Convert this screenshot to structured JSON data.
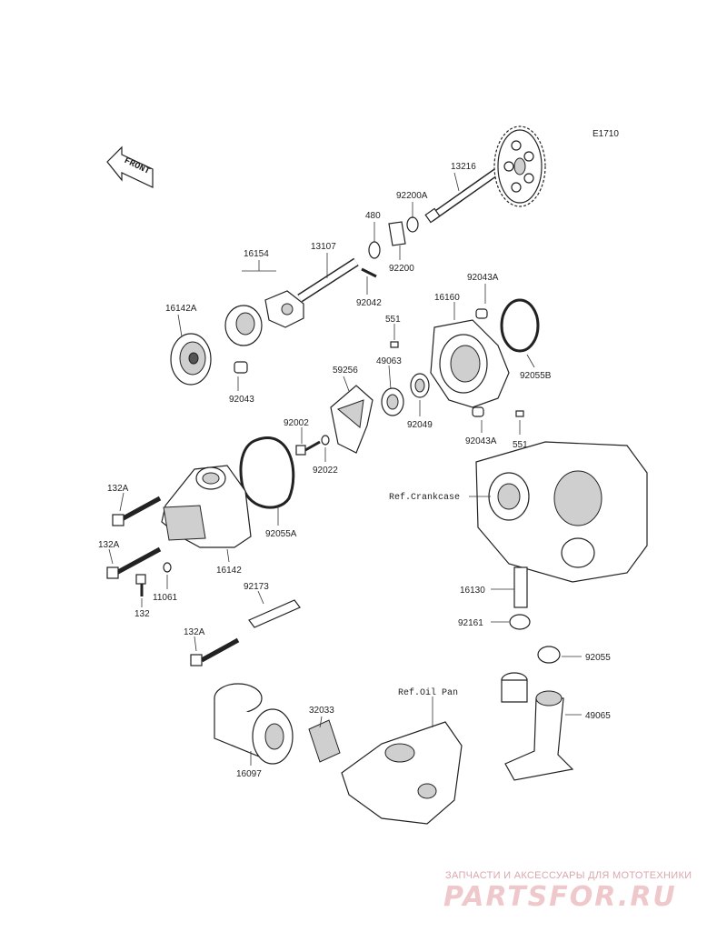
{
  "diagram": {
    "code": "E1710",
    "front_label": "FRONT",
    "refs": {
      "crankcase": "Ref.Crankcase",
      "oil_pan": "Ref.Oil Pan"
    },
    "parts": [
      {
        "no": "13216"
      },
      {
        "no": "92200A"
      },
      {
        "no": "480"
      },
      {
        "no": "92200"
      },
      {
        "no": "16154"
      },
      {
        "no": "13107"
      },
      {
        "no": "92042"
      },
      {
        "no": "16142A"
      },
      {
        "no": "92043"
      },
      {
        "no": "92043A"
      },
      {
        "no": "16160"
      },
      {
        "no": "92055B"
      },
      {
        "no": "551"
      },
      {
        "no": "59256"
      },
      {
        "no": "49063"
      },
      {
        "no": "92049"
      },
      {
        "no": "92043A"
      },
      {
        "no": "551"
      },
      {
        "no": "92002"
      },
      {
        "no": "92022"
      },
      {
        "no": "132A"
      },
      {
        "no": "92055A"
      },
      {
        "no": "132A"
      },
      {
        "no": "16142"
      },
      {
        "no": "11061"
      },
      {
        "no": "132"
      },
      {
        "no": "92173"
      },
      {
        "no": "132A"
      },
      {
        "no": "16130"
      },
      {
        "no": "92161"
      },
      {
        "no": "92055"
      },
      {
        "no": "49065"
      },
      {
        "no": "32033"
      },
      {
        "no": "16097"
      }
    ]
  },
  "watermark": {
    "tagline": "ЗАПЧАСТИ И АКСЕССУАРЫ ДЛЯ МОТОТЕХНИКИ",
    "brand": "PARTSFOR.RU",
    "color": "#e8b4b8"
  }
}
